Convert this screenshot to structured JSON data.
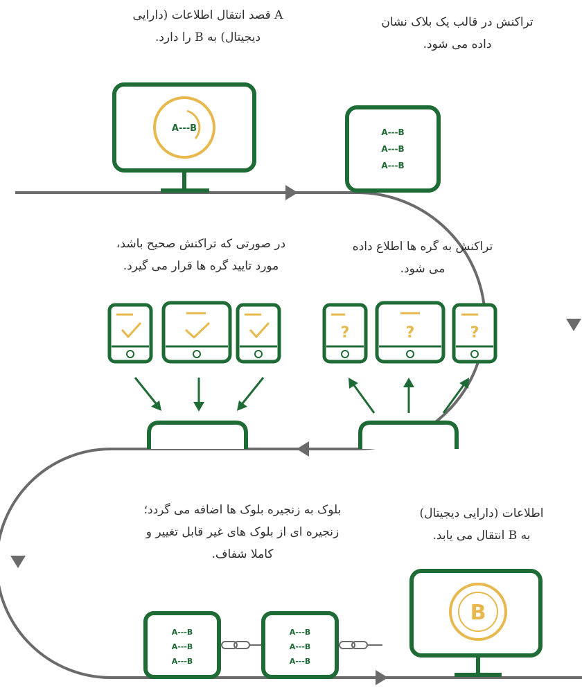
{
  "captions": {
    "step1": [
      "A قصد انتقال اطلاعات (دارایی",
      "دیجیتال) به B را دارد."
    ],
    "step2": [
      "تراکنش در قالب یک بلاک نشان",
      "داده می شود."
    ],
    "step3": [
      "تراکنش به گره ها اطلاع داده",
      "می شود."
    ],
    "step4": [
      "در صورتی که تراکنش صحیح باشد،",
      "مورد تایید گره ها قرار می گیرد."
    ],
    "step5": [
      "بلوک به زنجیره بلوک ها اضافه می گردد؛",
      "زنجیره ای از بلوک های غیر قابل تغییر و",
      "کاملا شفاف."
    ],
    "step6": [
      "اطلاعات (دارایی دیجیتال)",
      "به B انتقال می یابد."
    ]
  },
  "icons": {
    "monitor_a": {
      "label": "A---B"
    },
    "block": {
      "rows": [
        "A---B",
        "A---B",
        "A---B"
      ]
    },
    "question": "?",
    "monitor_b": {
      "label": "B"
    }
  },
  "colors": {
    "green": "#1f6b36",
    "gold": "#e6b84d",
    "line": "#6b6b6b",
    "text": "#2f2f2f"
  }
}
